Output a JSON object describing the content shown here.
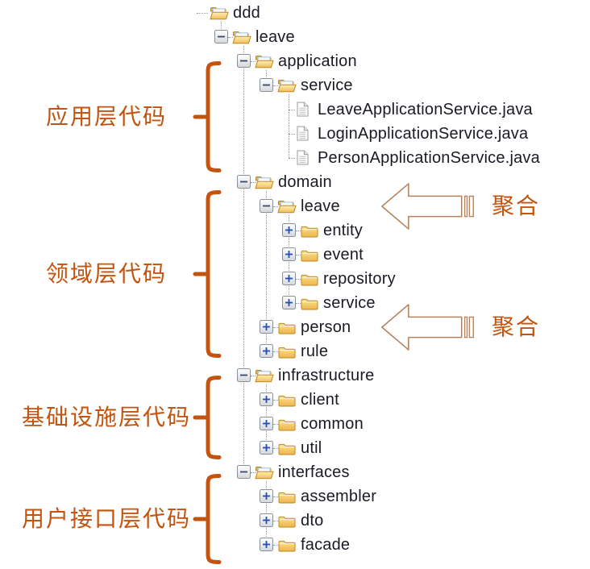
{
  "colors": {
    "annotation_orange": "#C2540F",
    "arrow_outline": "#B5825C",
    "tree_text": "#1A1A24",
    "folder_yellow": "#F2C35C",
    "connector_grey": "#9A9A9A"
  },
  "tree": {
    "items": [
      {
        "label": "ddd",
        "level": 0,
        "icon": "folder-open-icon",
        "expander": "none"
      },
      {
        "label": "leave",
        "level": 1,
        "icon": "folder-open-icon",
        "expander": "minus"
      },
      {
        "label": "application",
        "level": 2,
        "icon": "folder-open-icon",
        "expander": "minus"
      },
      {
        "label": "service",
        "level": 3,
        "icon": "folder-open-icon",
        "expander": "minus"
      },
      {
        "label": "LeaveApplicationService.java",
        "level": 4,
        "icon": "file-icon",
        "expander": "none"
      },
      {
        "label": "LoginApplicationService.java",
        "level": 4,
        "icon": "file-icon",
        "expander": "none"
      },
      {
        "label": "PersonApplicationService.java",
        "level": 4,
        "icon": "file-icon",
        "expander": "none"
      },
      {
        "label": "domain",
        "level": 2,
        "icon": "folder-open-icon",
        "expander": "minus"
      },
      {
        "label": "leave",
        "level": 3,
        "icon": "folder-open-icon",
        "expander": "minus"
      },
      {
        "label": "entity",
        "level": 4,
        "icon": "folder-closed-icon",
        "expander": "plus"
      },
      {
        "label": "event",
        "level": 4,
        "icon": "folder-closed-icon",
        "expander": "plus"
      },
      {
        "label": "repository",
        "level": 4,
        "icon": "folder-closed-icon",
        "expander": "plus"
      },
      {
        "label": "service",
        "level": 4,
        "icon": "folder-closed-icon",
        "expander": "plus"
      },
      {
        "label": "person",
        "level": 3,
        "icon": "folder-closed-icon",
        "expander": "plus"
      },
      {
        "label": "rule",
        "level": 3,
        "icon": "folder-closed-icon",
        "expander": "plus"
      },
      {
        "label": "infrastructure",
        "level": 2,
        "icon": "folder-open-icon",
        "expander": "minus"
      },
      {
        "label": "client",
        "level": 3,
        "icon": "folder-closed-icon",
        "expander": "plus"
      },
      {
        "label": "common",
        "level": 3,
        "icon": "folder-closed-icon",
        "expander": "plus"
      },
      {
        "label": "util",
        "level": 3,
        "icon": "folder-closed-icon",
        "expander": "plus"
      },
      {
        "label": "interfaces",
        "level": 2,
        "icon": "folder-open-icon",
        "expander": "minus"
      },
      {
        "label": "assembler",
        "level": 3,
        "icon": "folder-closed-icon",
        "expander": "plus"
      },
      {
        "label": "dto",
        "level": 3,
        "icon": "folder-closed-icon",
        "expander": "plus"
      },
      {
        "label": "facade",
        "level": 3,
        "icon": "folder-closed-icon",
        "expander": "plus"
      }
    ]
  },
  "annotations": [
    {
      "label": "应用层代码"
    },
    {
      "label": "领域层代码"
    },
    {
      "label": "基础设施层代码"
    },
    {
      "label": "用户接口层代码"
    }
  ],
  "aggregate_callouts": [
    {
      "label": "聚合"
    },
    {
      "label": "聚合"
    }
  ]
}
